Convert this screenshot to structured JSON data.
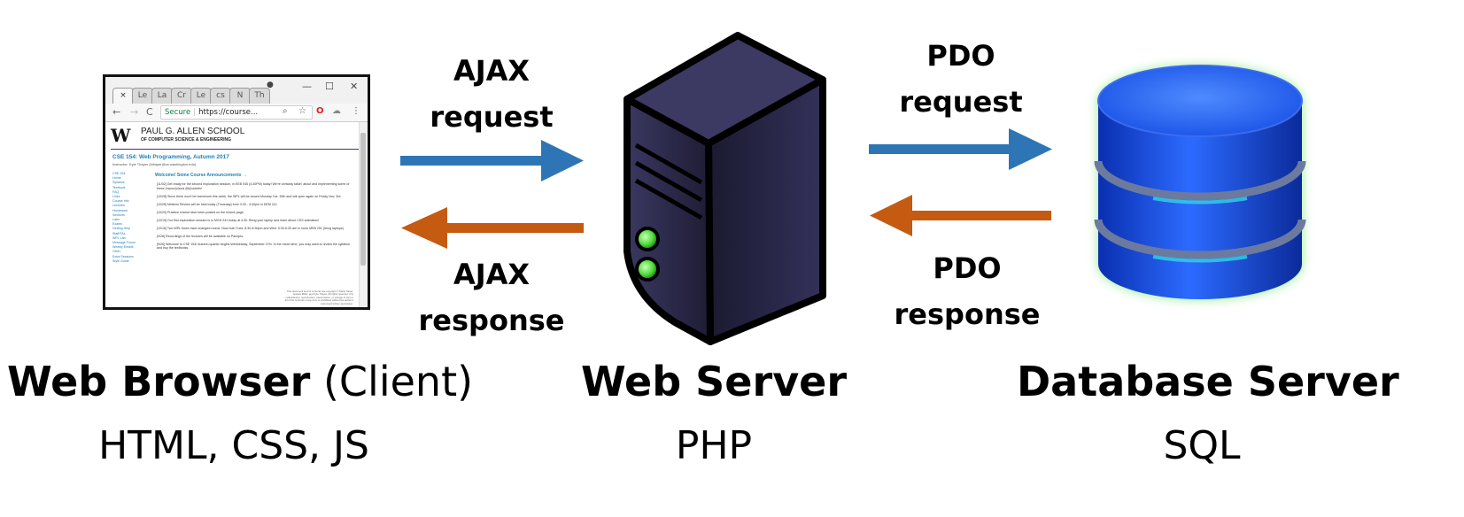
{
  "nodes": [
    {
      "id": "client",
      "title_bold": "Web Browser",
      "title_rest": " (Client)",
      "tech": "HTML, CSS, JS"
    },
    {
      "id": "server",
      "title_bold": "Web Server",
      "title_rest": "",
      "tech": "PHP"
    },
    {
      "id": "database",
      "title_bold": "Database Server",
      "title_rest": "",
      "tech": "SQL"
    }
  ],
  "edges": [
    {
      "from": "client",
      "to": "server",
      "label_line1": "AJAX",
      "label_line2": "request"
    },
    {
      "from": "server",
      "to": "client",
      "label_line1": "AJAX",
      "label_line2": "response"
    },
    {
      "from": "server",
      "to": "database",
      "label_line1": "PDO",
      "label_line2": "request"
    },
    {
      "from": "database",
      "to": "server",
      "label_line1": "PDO",
      "label_line2": "response"
    }
  ],
  "colors": {
    "request_arrow": "#2e75b6",
    "response_arrow": "#c55a11",
    "server_body": "#2a2845",
    "server_led": "#4dde3a",
    "database_fill": "#1a52e6",
    "database_glow": "#7fe57f"
  },
  "browser_screenshot": {
    "tabs": [
      "×",
      "Le",
      "La",
      "Cr",
      "Le",
      "cs",
      "N",
      "Th"
    ],
    "window_controls": [
      "—",
      "☐",
      "✕"
    ],
    "nav_buttons": [
      "←",
      "→",
      "C"
    ],
    "secure_label": "Secure",
    "url": "https://course...",
    "school_logo": "W",
    "school_name": "PAUL G. ALLEN SCHOOL",
    "school_subtitle": "OF COMPUTER SCIENCE & ENGINEERING",
    "course_title": "CSE 154: Web Programming, Autumn 2017",
    "instructor": "Instructor: Kyle Thayer (kthayer@cs.washington.edu)",
    "nav_links": [
      "CSE 154",
      "Home",
      "Syllabus",
      "Textbook",
      "FAQ",
      "Links",
      "Course Info",
      "Lectures",
      "Homework",
      "Sections",
      "Labs",
      "Exams",
      "Getting Help",
      "Staff/TAs",
      "WPL Lab",
      "Message Forum",
      "Weekly Emails",
      "Other",
      "Extra Sessions",
      "Style Guide"
    ],
    "welcome_heading": "Welcome! Some Course Announcements →",
    "announcements": [
      "[11/02] Get ready for the second exploration session, in EEB 045 (4:30PM) today! We're certainly talkin' about and implementing some of these improv(vi)ous (lib)rockets!",
      "[10/28] Since there won't be homework this week, the WPL will be closed Monday Oct. 30th and will open again on Friday Nov. 3rd.",
      "[10/26] Midterm Review will be held today (Thursday) from 3:30 - 4:30pm in DEM 112.",
      "[10/20] Practice exams have been posted on the exams page.",
      "[10/19] Our first exploration session is in MGH 241 today at 4:30. Bring your laptop and learn about CSS animation!",
      "[10/16] Two WPL times have changed rooms. Now both Tues. 8:30-8:30pm and Wed. 5:30-6:30 are in room MEB 251 (bring laptops).",
      "[9/28] Recordings of the lectures will be available on Panopto.",
      "[9/26] Welcome to CSE 154! Autumn quarter begins Wednesday, September 27th. In the mean time, you may want to review the syllabus and buy the textbooks."
    ],
    "footer": "This document and its contents are copyright © Marty Stepp, Jessica Miller, and Kyle Thayer. All rights reserved. Any redistribution, reproduction, transmission, or storage of part or all of the contents in any form is prohibited without the author's expressed written permission."
  }
}
